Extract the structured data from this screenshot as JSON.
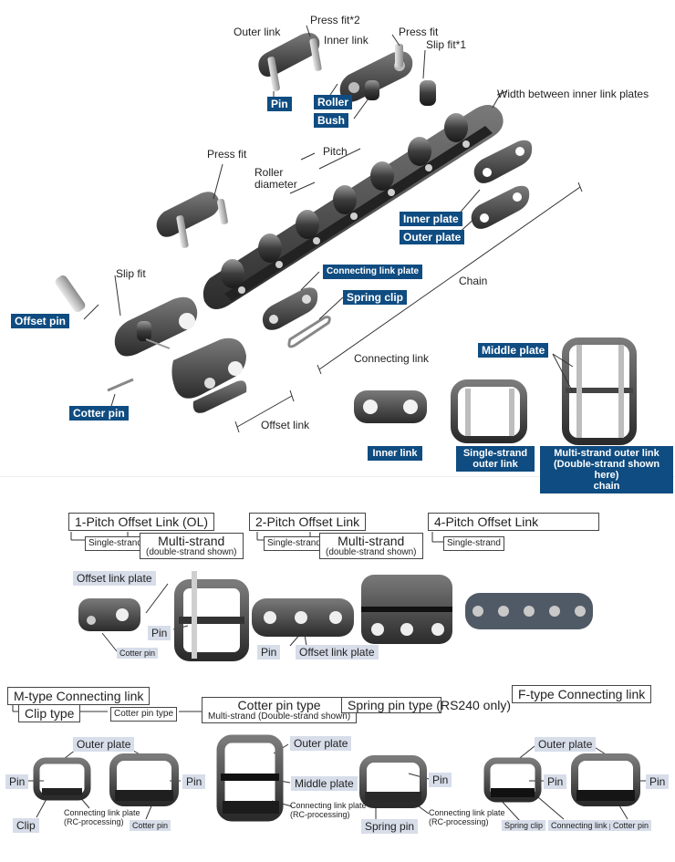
{
  "top": {
    "outer_link": "Outer link",
    "press_fit_2": "Press fit*2",
    "inner_link": "Inner link",
    "press_fit": "Press fit",
    "slip_fit_1": "Slip fit*1",
    "pin": "Pin",
    "roller": "Roller",
    "bush": "Bush",
    "width_between": "Width between inner link plates",
    "press_fit_b": "Press fit",
    "pitch": "Pitch",
    "roller_diameter_1": "Roller",
    "roller_diameter_2": "diameter",
    "inner_plate": "Inner plate",
    "outer_plate": "Outer plate",
    "connecting_link_plate": "Connecting link plate",
    "spring_clip": "Spring clip",
    "chain": "Chain",
    "slip_fit": "Slip fit",
    "offset_pin": "Offset pin",
    "connecting_link": "Connecting link",
    "cotter_pin": "Cotter pin",
    "offset_link": "Offset link",
    "middle_plate": "Middle plate",
    "inner_link_tag": "Inner link",
    "single_strand_tag_1": "Single-strand",
    "single_strand_tag_2": "outer link",
    "multi_tag_1": "Multi-strand outer link",
    "multi_tag_2": "(Double-strand shown here)",
    "multi_tag_3": "chain"
  },
  "offset": {
    "ol1": "1-Pitch Offset Link (OL)",
    "ol2": "2-Pitch Offset Link",
    "ol4": "4-Pitch Offset Link",
    "single": "Single-strand",
    "multi": "Multi-strand",
    "multi_sub": "(double-strand shown)",
    "offset_link_plate": "Offset link plate",
    "pin": "Pin",
    "cotter_pin": "Cotter pin",
    "pin2": "Pin",
    "offset_link_plate2": "Offset link plate"
  },
  "mtype": {
    "title": "M-type Connecting link",
    "clip_type": "Clip type",
    "cotter_pin_type": "Cotter pin type",
    "cotter_pin_type_big": "Cotter pin type",
    "cotter_pin_type_sub": "Multi-strand (Double-strand shown)",
    "spring_pin_type": "Spring pin type",
    "spring_pin_sub": "(RS240 only)",
    "ftype_title": "F-type Connecting link",
    "outer_plate_1": "Outer plate",
    "outer_plate_2": "Outer plate",
    "outer_plate_3": "Outer plate",
    "pin_1": "Pin",
    "pin_2": "Pin",
    "pin_3": "Pin",
    "pin_4": "Pin",
    "pin_5": "Pin",
    "middle_plate": "Middle plate",
    "clip": "Clip",
    "clp_1a": "Connecting link plate",
    "clp_1b": "(RC-processing)",
    "cotter_pin_1": "Cotter pin",
    "clp_2a": "Connecting link plate",
    "clp_2b": "(RC-processing)",
    "spring_pin": "Spring pin",
    "clp_3a": "Connecting link plate",
    "clp_3b": "(RC-processing)",
    "spring_clip": "Spring clip",
    "clp_4": "Connecting link plate",
    "cotter_pin_2": "Cotter pin"
  }
}
